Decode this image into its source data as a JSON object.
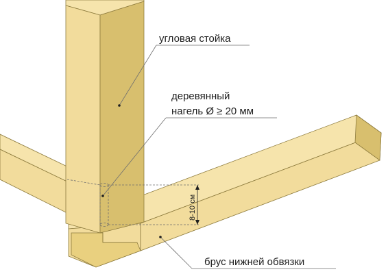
{
  "labels": {
    "post": "угловая стойка",
    "dowel_line1": "деревянный",
    "dowel_line2": "нагель Ø ≥ 20 мм",
    "dimension": "8-10 см",
    "beam": "брус нижней обвязки"
  },
  "colors": {
    "wood_front": "#f2dc9c",
    "wood_side": "#d8bf6e",
    "wood_top": "#f6e4ac",
    "outline": "#8c7a3c",
    "leader": "#6e6e6e"
  }
}
